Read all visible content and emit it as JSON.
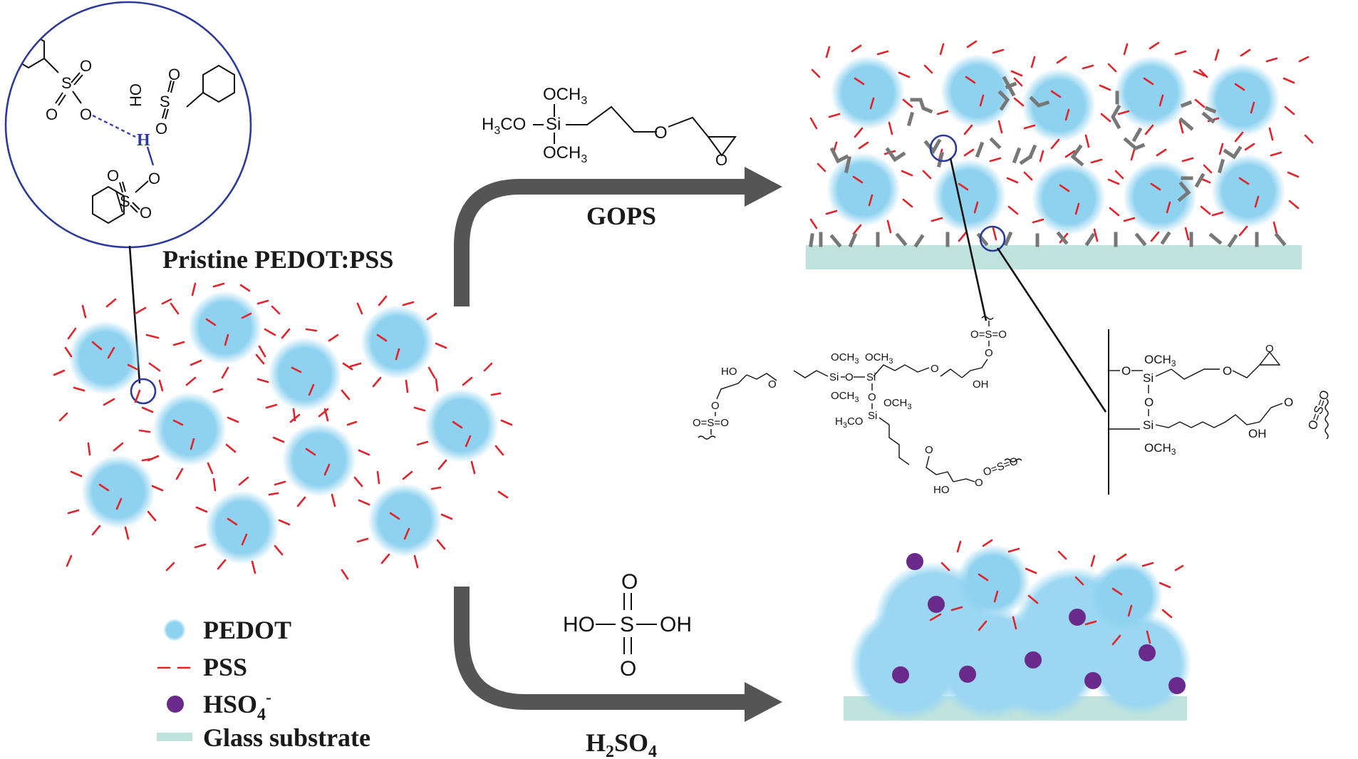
{
  "labels": {
    "pristine": "Pristine PEDOT:PSS",
    "gops": "GOPS",
    "h2so4_main": "H",
    "h2so4_sub1": "2",
    "h2so4_mid": "SO",
    "h2so4_sub2": "4"
  },
  "legend": {
    "pedot": "PEDOT",
    "pss": "PSS",
    "hso4_main": "HSO",
    "hso4_sub": "4",
    "hso4_sup": "-",
    "glass": "Glass substrate"
  },
  "chem": {
    "och3": "OCH",
    "three": "3",
    "h3co_h": "H",
    "h3co_co": "CO",
    "si": "Si",
    "o": "O",
    "ho": "HO",
    "oh": "OH",
    "s": "S",
    "h": "H",
    "o_s_o": "O=S=O"
  },
  "colors": {
    "pedot": "#8fd2f0",
    "pss": "#e0242b",
    "hso4": "#6a2a8c",
    "glass": "#bfe3dc",
    "arrow": "#555555",
    "zoom_circle": "#2b3a9a",
    "gops_linker": "#777777"
  }
}
